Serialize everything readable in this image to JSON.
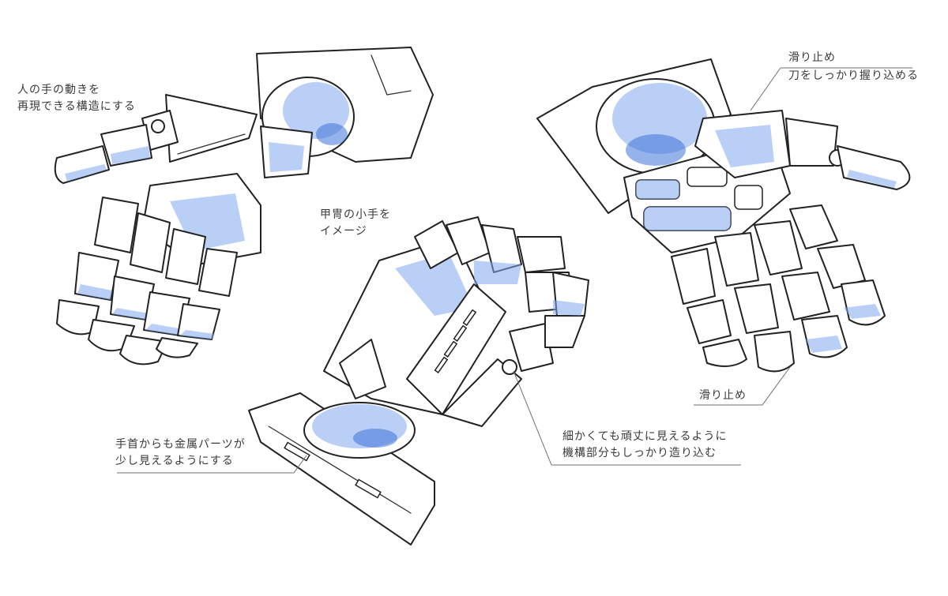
{
  "annotations": {
    "human_hand": [
      "人の手の動きを",
      "再現できる構造にする"
    ],
    "gauntlet": [
      "甲冑の小手を",
      "イメージ"
    ],
    "wrist_metal": [
      "手首からも金属パーツが",
      "少し見えるようにする"
    ],
    "mechanism": [
      "細かくても頑丈に見えるように",
      "機構部分もしっかり造り込む"
    ],
    "grip_top": [
      "滑り止め",
      "刀をしっかり握り込める"
    ],
    "grip_bottom": [
      "滑り止め"
    ]
  },
  "colors": {
    "ink": "#222222",
    "shade_light": "#7fa8ec",
    "shade_dark": "#3f72d9",
    "leader_line": "#6f6f6f"
  }
}
